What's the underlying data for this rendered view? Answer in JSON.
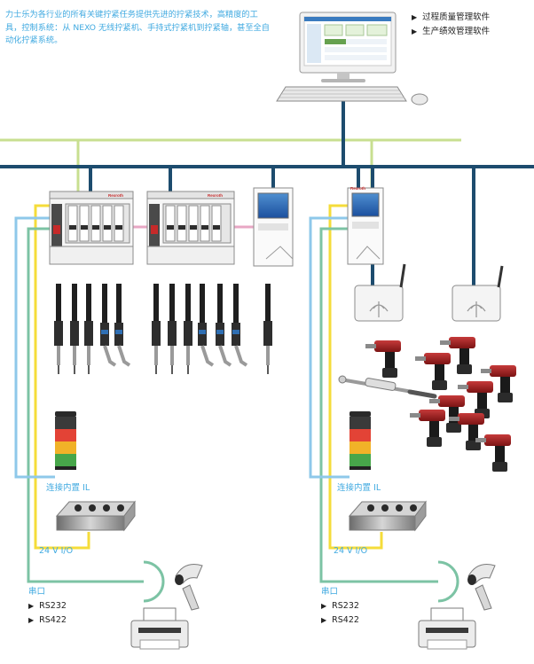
{
  "intro_text": "力士乐为各行业的所有关键拧紧任务提供先进的拧紧技术，高精度的工具，控制系统：从 NEXO 无线拧紧机、手持式拧紧机到拧紧轴，甚至全自动化拧紧系统。",
  "software": [
    "过程质量管理软件",
    "生产绩效管理软件"
  ],
  "brand": "Rexroth",
  "left": {
    "io_label": "连接内置 IL",
    "power_label": "24 V I/O",
    "serial_title": "串口",
    "serial_items": [
      "RS232",
      "RS422"
    ]
  },
  "right": {
    "io_label": "连接内置 IL",
    "power_label": "24 V I/O",
    "serial_title": "串口",
    "serial_items": [
      "RS232",
      "RS422"
    ]
  },
  "colors": {
    "ethernet": "#1d4c6e",
    "fieldbus": "#c8df90",
    "serial": "#7cc3a4",
    "io": "#f5dc3a",
    "plc": "#8ec8ea",
    "link": "#e8a7c4",
    "text_blue": "#3fa9e0"
  }
}
